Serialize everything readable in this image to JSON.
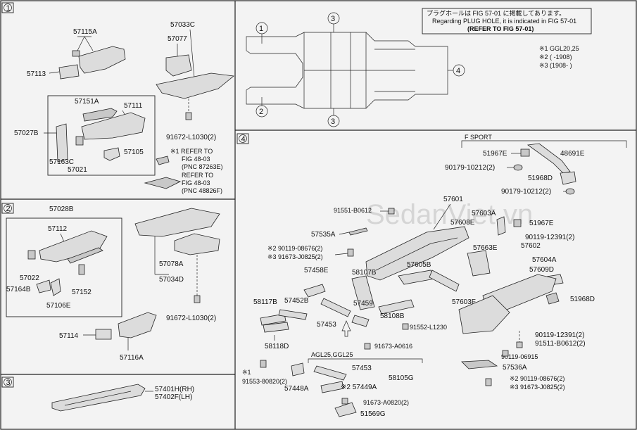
{
  "sections": {
    "s1": "1",
    "s2": "2",
    "s3": "3",
    "s4": "4"
  },
  "frame_callouts": {
    "c1": "1",
    "c2": "2",
    "c3a": "3",
    "c3b": "3",
    "c4": "4"
  },
  "note": {
    "line1": "プラグホールは FIG 57-01 に掲載してあります。",
    "line2": "Regarding PLUG HOLE, it is indicated in FIG 57-01",
    "line3": "(REFER TO FIG 57-01)"
  },
  "legend": {
    "l1": "※1 GGL20,25",
    "l2": "※2 (    -1908)",
    "l3": "※3 (1908-     )"
  },
  "labels_s1": {
    "p57115A": "57115A",
    "p57113": "57113",
    "p57033C": "57033C",
    "p57077": "57077",
    "p57151A": "57151A",
    "p57111": "57111",
    "p57027B": "57027B",
    "p57105": "57105",
    "p57163C": "57163C",
    "p57021": "57021",
    "bolt": "91672-L1030(2)",
    "ref1a": "※1 REFER TO",
    "ref1b": "FIG 48-03",
    "ref1c": "(PNC 87263E)",
    "ref2a": "REFER TO",
    "ref2b": "FIG 48-03",
    "ref2c": "(PNC 48826F)"
  },
  "labels_s2": {
    "p57028B": "57028B",
    "p57112": "57112",
    "p57022": "57022",
    "p57164B": "57164B",
    "p57106E": "57106E",
    "p57152": "57152",
    "p57078A": "57078A",
    "p57034D": "57034D",
    "bolt": "91672-L1030(2)",
    "p57114": "57114",
    "p57116A": "57116A"
  },
  "labels_s3": {
    "p57401H": "57401H(RH)",
    "p57402F": "57402F(LH)"
  },
  "labels_s4": {
    "fsport": "F SPORT",
    "p51967E_a": "51967E",
    "p48691E": "48691E",
    "b90179a": "90179-10212(2)",
    "p51968D_a": "51968D",
    "b90179b": "90179-10212(2)",
    "p57601": "57601",
    "b91551": "91551-B0612",
    "p57603A": "57603A",
    "p57608E": "57608E",
    "p51967E_b": "51967E",
    "p57535A": "57535A",
    "b90119a": "90119-12391(2)",
    "p57663E": "57663E",
    "p57602": "57602",
    "b90119b": "※2 90119-08676(2)",
    "b91673a": "※3 91673-J0825(2)",
    "p57458E": "57458E",
    "p58107B": "58107B",
    "p57605B": "57605B",
    "p57604A": "57604A",
    "p57609D": "57609D",
    "p51968D_b": "51968D",
    "p58117B": "58117B",
    "p57452B": "57452B",
    "p57459": "57459",
    "p57603F": "57603F",
    "p57453a": "57453",
    "p58108B": "58108B",
    "b91552": "91552-L1230",
    "b91673b": "91673-A0616",
    "b90119c": "90119-12391(2)",
    "b91511": "91511-B0612(2)",
    "p58118D": "58118D",
    "b90119d": "90119-06915",
    "agl": "AGL25,GGL25",
    "p57453b": "57453",
    "p58105G": "58105G",
    "p57536A": "57536A",
    "b91553a": "※1",
    "b91553": "91553-80820(2)",
    "p57448A": "57448A",
    "p57449A": "※2 57449A",
    "b90119e": "※2 90119-08676(2)",
    "b91673c": "※3 91673-J0825(2)",
    "b91673d": "91673-A0820(2)",
    "p51569G": "51569G"
  },
  "watermark": "SedanViet.vn"
}
